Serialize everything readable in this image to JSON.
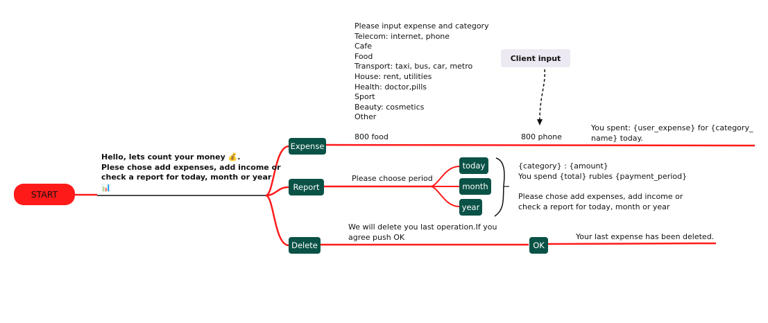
{
  "start": {
    "label": "START"
  },
  "intro": {
    "line1": "Hello, lets count your money 💰.",
    "line2": "Plese chose add expenses, add income or",
    "line3": "check a report for today, month or year",
    "line4": "📊"
  },
  "branches": {
    "expense": "Expense",
    "report": "Report",
    "delete": "Delete"
  },
  "expense_prompt": [
    " Please input expense and category",
    "Telecom: internet, phone",
    "Cafe",
    "Food",
    "Transport: taxi, bus, car, metro",
    "House: rent, utilities",
    "Health: doctor,pills",
    "Sport",
    "Beauty: cosmetics",
    "Other"
  ],
  "client_input": "Client input",
  "expense_example": "800 food",
  "expense_input_example": "800 phone",
  "expense_result": {
    "line1": "You spent: {user_expense}  for  {category_",
    "line2": "name} today."
  },
  "report_prompt": "Please choose period",
  "periods": [
    "today",
    "month",
    "year"
  ],
  "report_result": {
    "line1": "{category} : {amount}",
    "line2": "You spend {total} rubles {payment_period}",
    "line3": "Please chose add expenses, add income or",
    "line4": "check a report for today, month or year"
  },
  "delete_prompt": {
    "line1": "We will delete you last operation.If you",
    "line2": "agree push OK"
  },
  "ok": "OK",
  "delete_result": "Your last expense has been deleted.",
  "colors": {
    "branch_line": "#ff1a1a",
    "node_fill": "#0b5246",
    "start_fill": "#ff1a1a",
    "client_fill": "#ede9f2"
  }
}
